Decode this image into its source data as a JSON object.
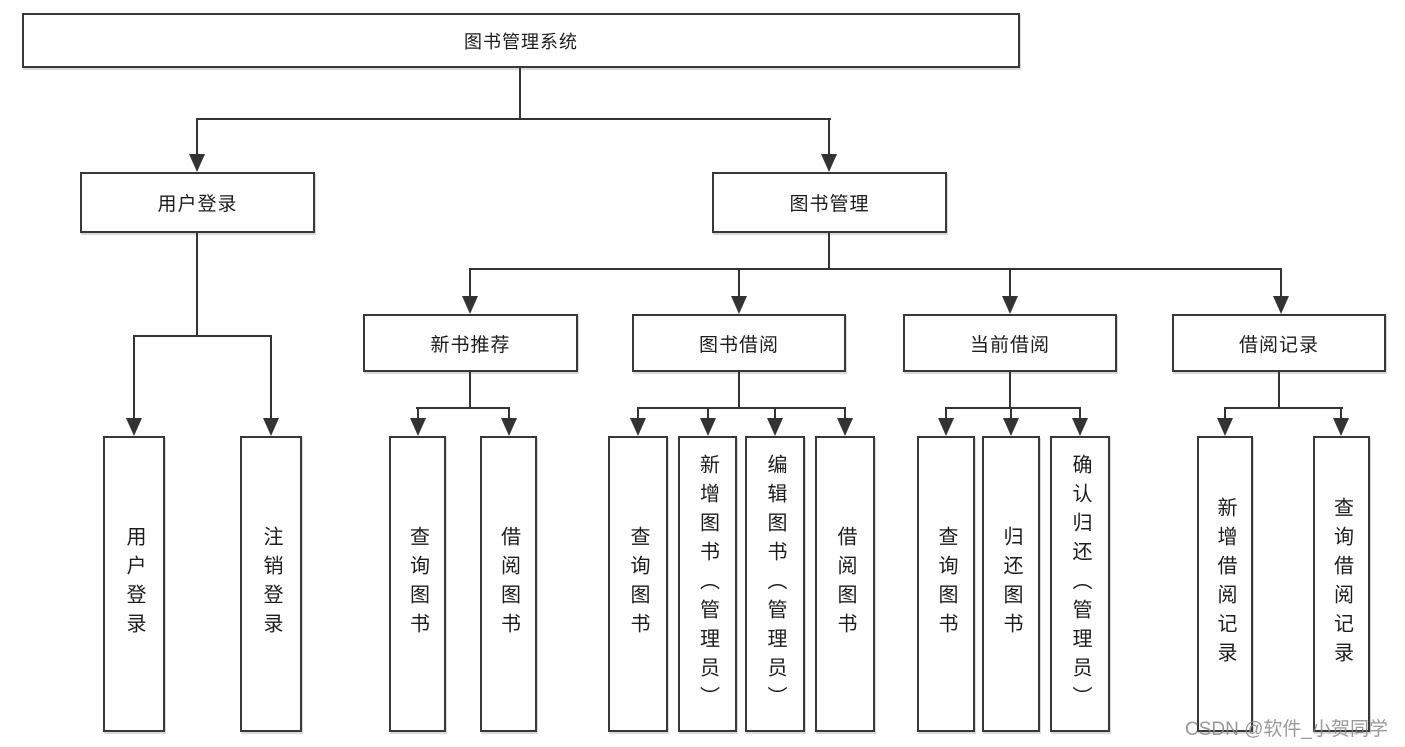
{
  "tree": {
    "root": {
      "label": "图书管理系统"
    },
    "children": [
      {
        "label": "用户登录",
        "children": [
          {
            "label": "用户登录"
          },
          {
            "label": "注销登录"
          }
        ]
      },
      {
        "label": "图书管理",
        "children": [
          {
            "label": "新书推荐",
            "children": [
              {
                "label": "查询图书"
              },
              {
                "label": "借阅图书"
              }
            ]
          },
          {
            "label": "图书借阅",
            "children": [
              {
                "label": "查询图书"
              },
              {
                "label": "新增图书（管理员）"
              },
              {
                "label": "编辑图书（管理员）"
              },
              {
                "label": "借阅图书"
              }
            ]
          },
          {
            "label": "当前借阅",
            "children": [
              {
                "label": "查询图书"
              },
              {
                "label": "归还图书"
              },
              {
                "label": "确认归还（管理员）"
              }
            ]
          },
          {
            "label": "借阅记录",
            "children": [
              {
                "label": "新增借阅记录"
              },
              {
                "label": "查询借阅记录"
              }
            ]
          }
        ]
      }
    ]
  },
  "watermark": "CSDN @软件_小贺同学",
  "colors": {
    "line": "#333333",
    "box_border": "#383838",
    "box_fill": "#ffffff",
    "text": "#1c1c1c",
    "watermark": "#878787"
  }
}
